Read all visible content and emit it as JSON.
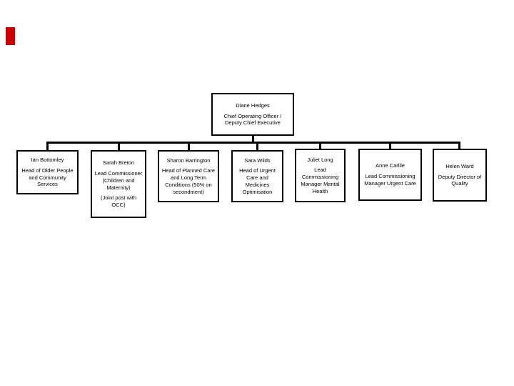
{
  "decorations": {
    "red_marker_color": "#cc0000"
  },
  "org_chart": {
    "type": "org-chart",
    "root": {
      "name": "Diane Hedges",
      "role": "Chief Operating Officer / Deputy Chief Executive"
    },
    "children": [
      {
        "name": "Ian Bottomley",
        "role": "Head of Older People and Community Services"
      },
      {
        "name": "Sarah Breton",
        "role": "Lead Commissioner (Children and Maternity)",
        "note": "(Joint post with OCC)"
      },
      {
        "name": "Sharon Barrington",
        "role": "Head of Planned Care and Long Term Conditions (50% on secondment)"
      },
      {
        "name": "Sara Wilds",
        "role": "Head of Urgent Care and Medicines Optimisation"
      },
      {
        "name": "Juliet Long",
        "role": "Lead Commissioning Manager Mental Health"
      },
      {
        "name": "Anne Carlile",
        "role": "Lead Commissioning Manager Urgent Care"
      },
      {
        "name": "Helen Ward",
        "role": "Deputy Director of Quality"
      }
    ]
  }
}
